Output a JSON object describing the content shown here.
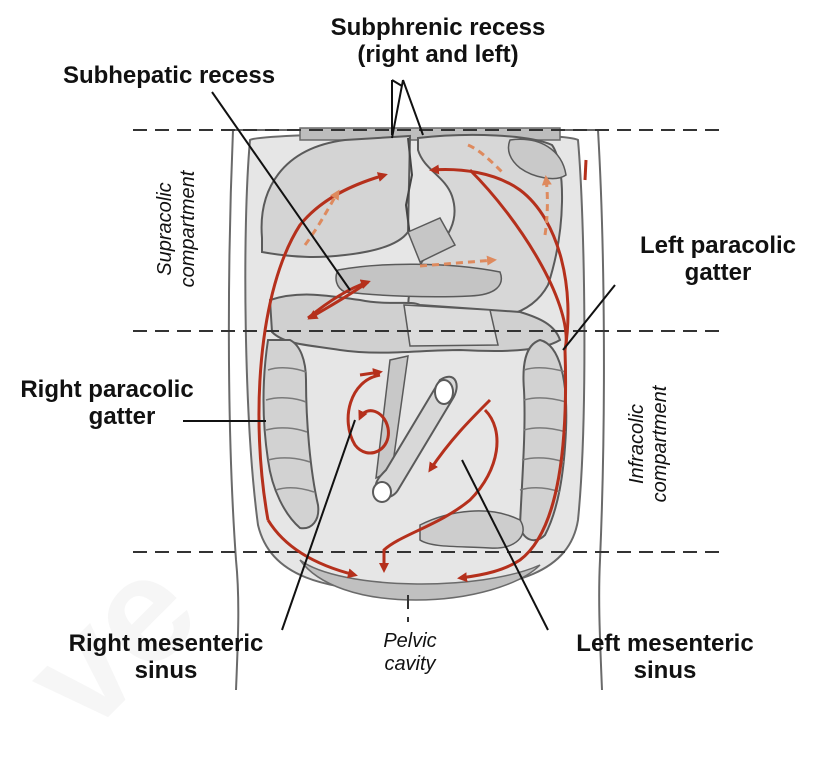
{
  "labels": {
    "subphrenic_line1": "Subphrenic recess",
    "subphrenic_line2": "(right and left)",
    "subhepatic": "Subhepatic recess",
    "left_paracolic_line1": "Left paracolic",
    "left_paracolic_line2": "gatter",
    "right_paracolic_line1": "Right paracolic",
    "right_paracolic_line2": "gatter",
    "right_mesenteric_line1": "Right mesenteric",
    "right_mesenteric_line2": "sinus",
    "left_mesenteric_line1": "Left mesenteric",
    "left_mesenteric_line2": "sinus",
    "pelvic_line1": "Pelvic",
    "pelvic_line2": "cavity",
    "supracolic_line1": "Supracolic",
    "supracolic_line2": "compartment",
    "infracolic_line1": "Infracolic",
    "infracolic_line2": "compartment"
  },
  "watermark": "ve",
  "colors": {
    "arrow": "#b5301c",
    "arrow_dashed": "#de8a5e",
    "organ_fill": "#cfcfcf",
    "organ_stroke": "#5a5a5a",
    "leader_line": "#111111",
    "divider": "#333333"
  }
}
